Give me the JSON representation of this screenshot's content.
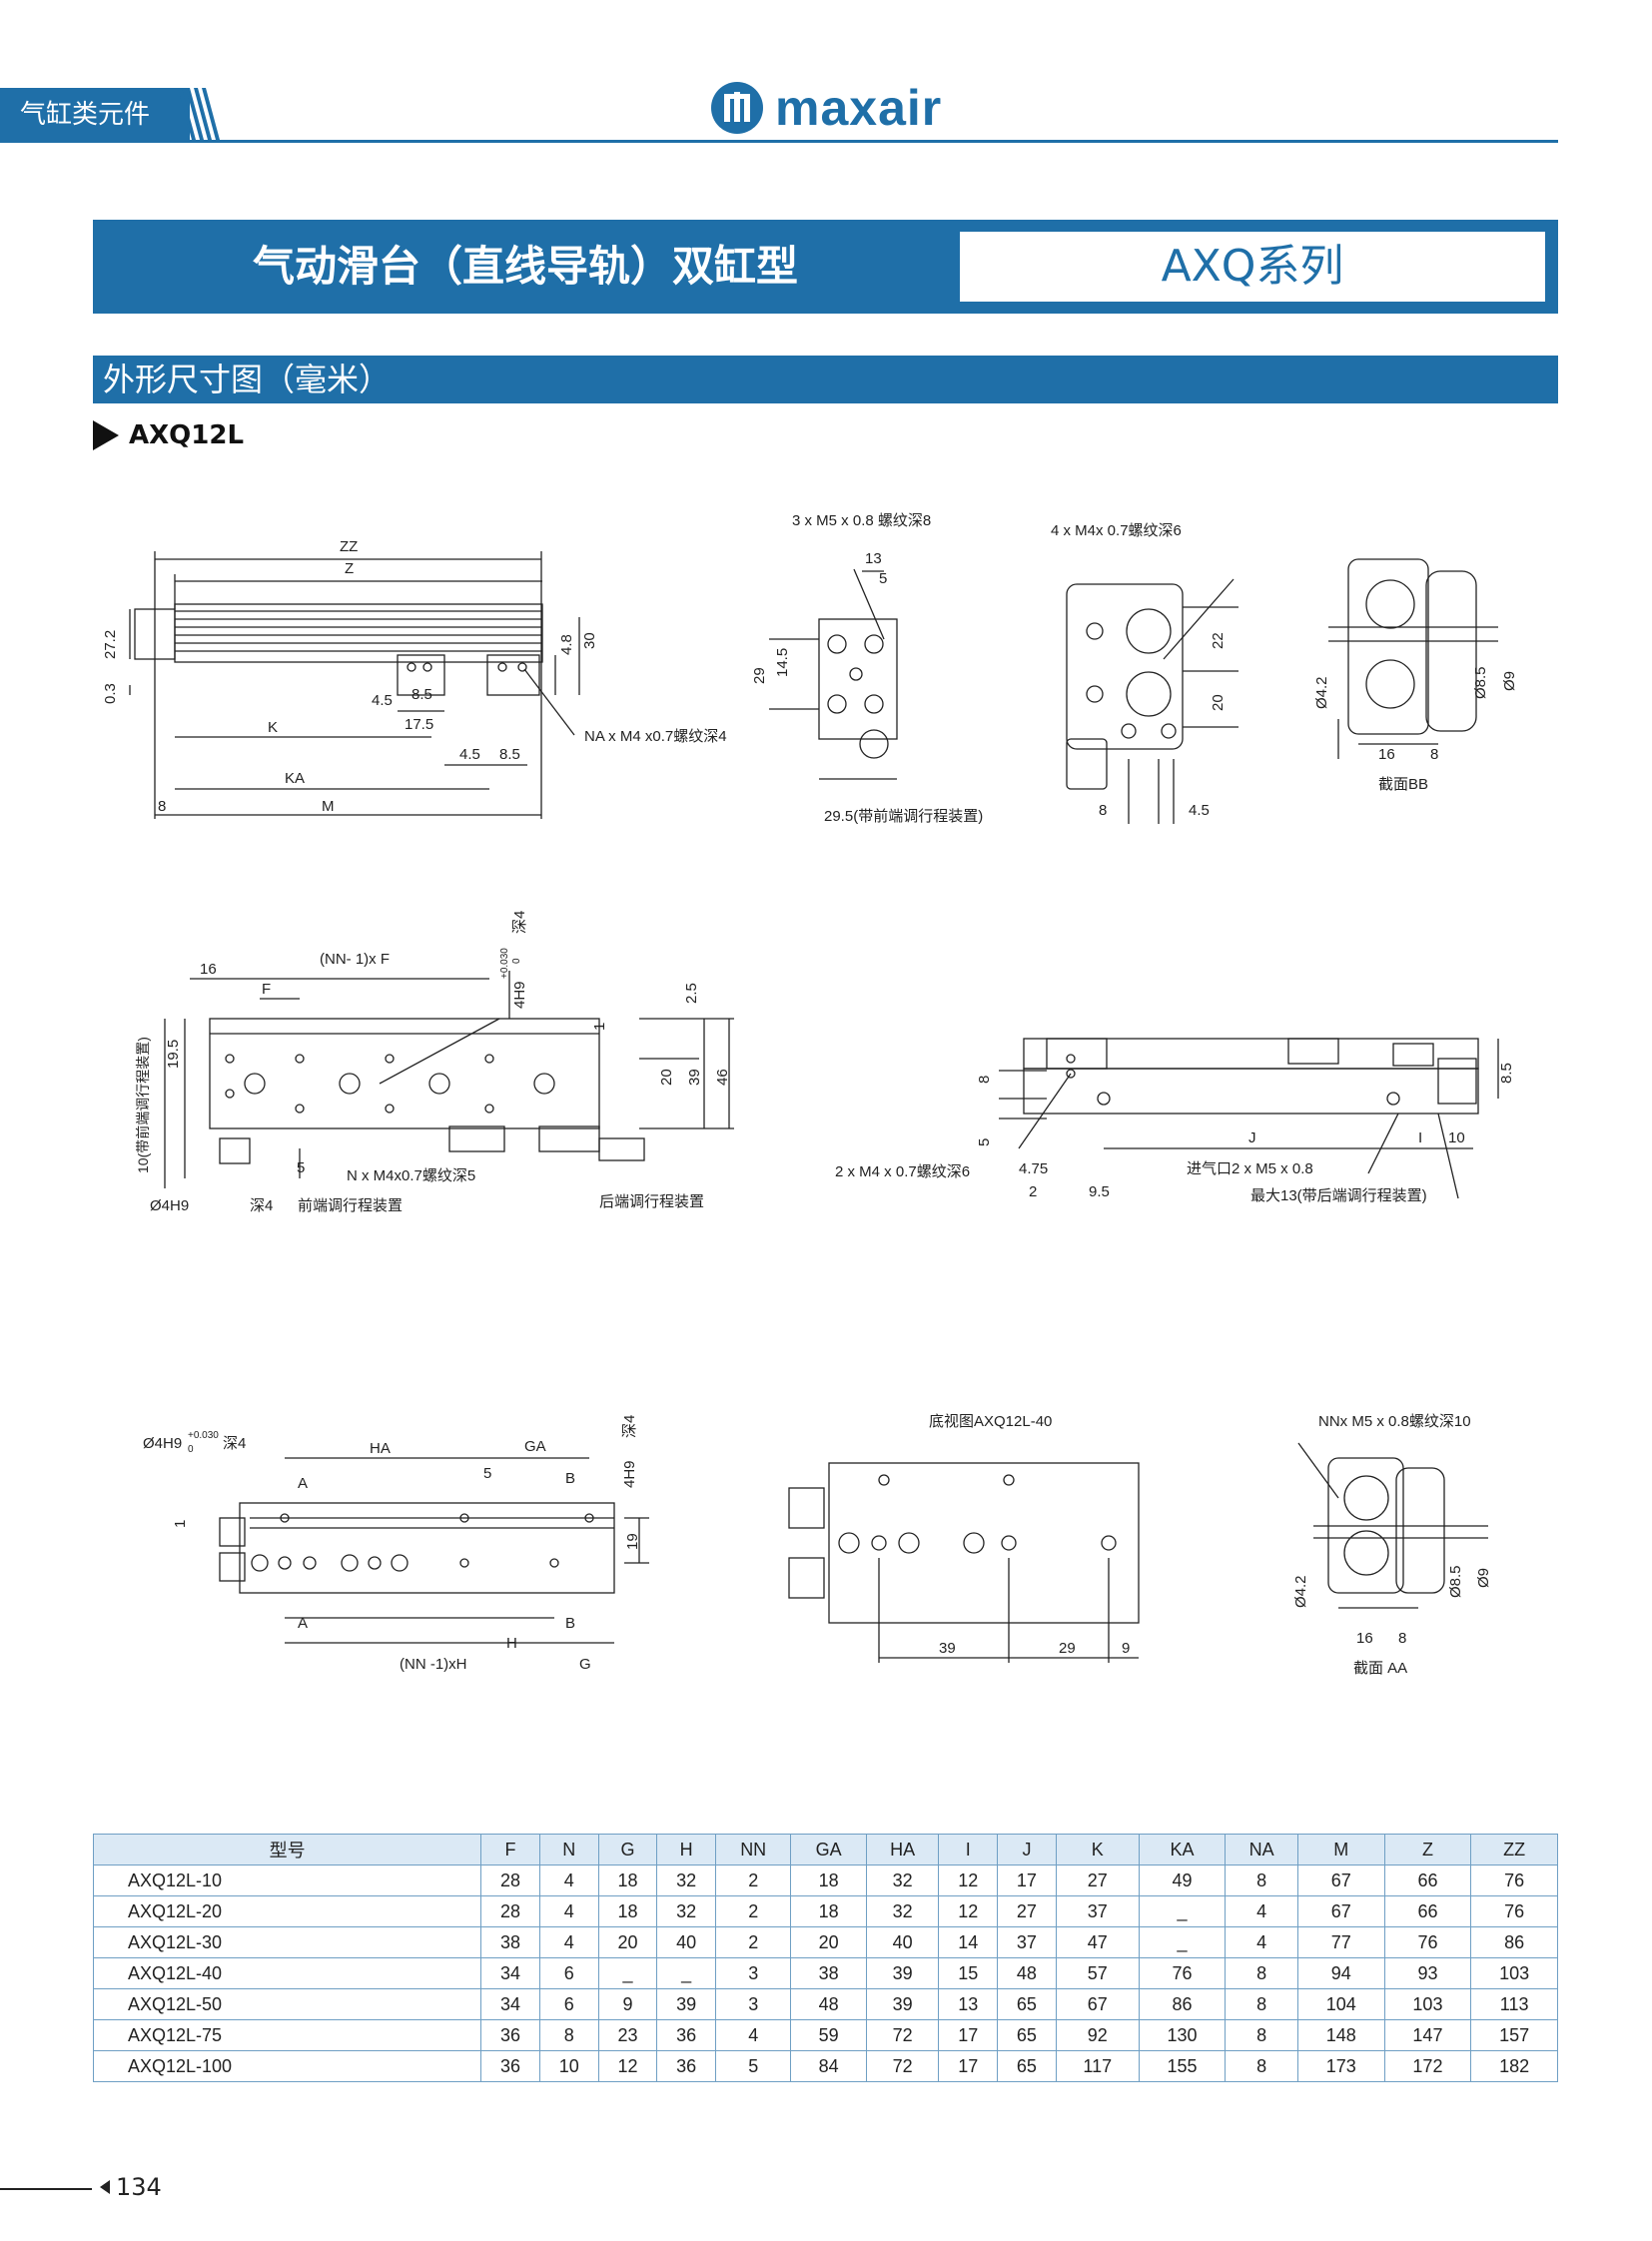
{
  "header": {
    "category": "气缸类元件",
    "brand": "maxair"
  },
  "title": {
    "main": "气动滑台（直线导轨）双缸型",
    "series": "AXQ系列"
  },
  "section": {
    "title": "外形尺寸图（毫米）",
    "model": "AXQ12L"
  },
  "drawings": {
    "top_view_labels": [
      "ZZ",
      "Z",
      "27.2",
      "0.3",
      "4.8",
      "30",
      "4.5",
      "8.5",
      "K",
      "17.5",
      "4.5",
      "8.5",
      "KA",
      "8",
      "M",
      "NA x M4 x0.7螺纹深4"
    ],
    "end_view_labels": [
      "3 x M5 x 0.8 螺纹深8",
      "13",
      "5",
      "29",
      "14.5",
      "29.5(带前端调行程装置)"
    ],
    "front_end_labels": [
      "4 x M4x 0.7螺纹深6",
      "22",
      "20",
      "8",
      "4.5"
    ],
    "section_bb_labels": [
      "Ø4.2",
      "Ø8.5",
      "Ø9",
      "16",
      "8",
      "截面BB"
    ],
    "side_view_labels": [
      "16",
      "(NN- 1)x F",
      "F",
      "4H9",
      "+0.030",
      "0",
      "深4",
      "2.5",
      "1",
      "19.5",
      "20",
      "39",
      "46",
      "10(带前端调行程装置)",
      "5",
      "N x M4x0.7螺纹深5",
      "Ø4H9",
      "深4",
      "前端调行程装置",
      "后端调行程装置"
    ],
    "rear_view_labels": [
      "8",
      "8.5",
      "5",
      "2 x M4 x 0.7螺纹深6",
      "4.75",
      "2",
      "9.5",
      "J",
      "I",
      "10",
      "进气口2 x M5 x 0.8",
      "最大13(带后端调行程装置)"
    ],
    "table_view_labels": [
      "Ø4H9",
      "+0.030",
      "0",
      "深4",
      "HA",
      "GA",
      "5",
      "A",
      "B",
      "4H9",
      "深4",
      "1",
      "19",
      "A",
      "B",
      "H",
      "(NN -1)xH",
      "G"
    ],
    "bottom_view_labels": [
      "底视图AXQ12L-40",
      "39",
      "29",
      "9"
    ],
    "section_aa_labels": [
      "NNx M5 x 0.8螺纹深10",
      "Ø4.2",
      "Ø8.5",
      "Ø9",
      "16",
      "8",
      "截面 AA"
    ]
  },
  "table": {
    "headers": [
      "型号",
      "F",
      "N",
      "G",
      "H",
      "NN",
      "GA",
      "HA",
      "I",
      "J",
      "K",
      "KA",
      "NA",
      "M",
      "Z",
      "ZZ"
    ],
    "rows": [
      [
        "AXQ12L-10",
        "28",
        "4",
        "18",
        "32",
        "2",
        "18",
        "32",
        "12",
        "17",
        "27",
        "49",
        "8",
        "67",
        "66",
        "76"
      ],
      [
        "AXQ12L-20",
        "28",
        "4",
        "18",
        "32",
        "2",
        "18",
        "32",
        "12",
        "27",
        "37",
        "_",
        "4",
        "67",
        "66",
        "76"
      ],
      [
        "AXQ12L-30",
        "38",
        "4",
        "20",
        "40",
        "2",
        "20",
        "40",
        "14",
        "37",
        "47",
        "_",
        "4",
        "77",
        "76",
        "86"
      ],
      [
        "AXQ12L-40",
        "34",
        "6",
        "_",
        "_",
        "3",
        "38",
        "39",
        "15",
        "48",
        "57",
        "76",
        "8",
        "94",
        "93",
        "103"
      ],
      [
        "AXQ12L-50",
        "34",
        "6",
        "9",
        "39",
        "3",
        "48",
        "39",
        "13",
        "65",
        "67",
        "86",
        "8",
        "104",
        "103",
        "113"
      ],
      [
        "AXQ12L-75",
        "36",
        "8",
        "23",
        "36",
        "4",
        "59",
        "72",
        "17",
        "65",
        "92",
        "130",
        "8",
        "148",
        "147",
        "157"
      ],
      [
        "AXQ12L-100",
        "36",
        "10",
        "12",
        "36",
        "5",
        "84",
        "72",
        "17",
        "65",
        "117",
        "155",
        "8",
        "173",
        "172",
        "182"
      ]
    ]
  },
  "footer": {
    "page": "134"
  },
  "colors": {
    "brand_blue": "#1f6fa8",
    "table_header": "#dbe9f5"
  }
}
